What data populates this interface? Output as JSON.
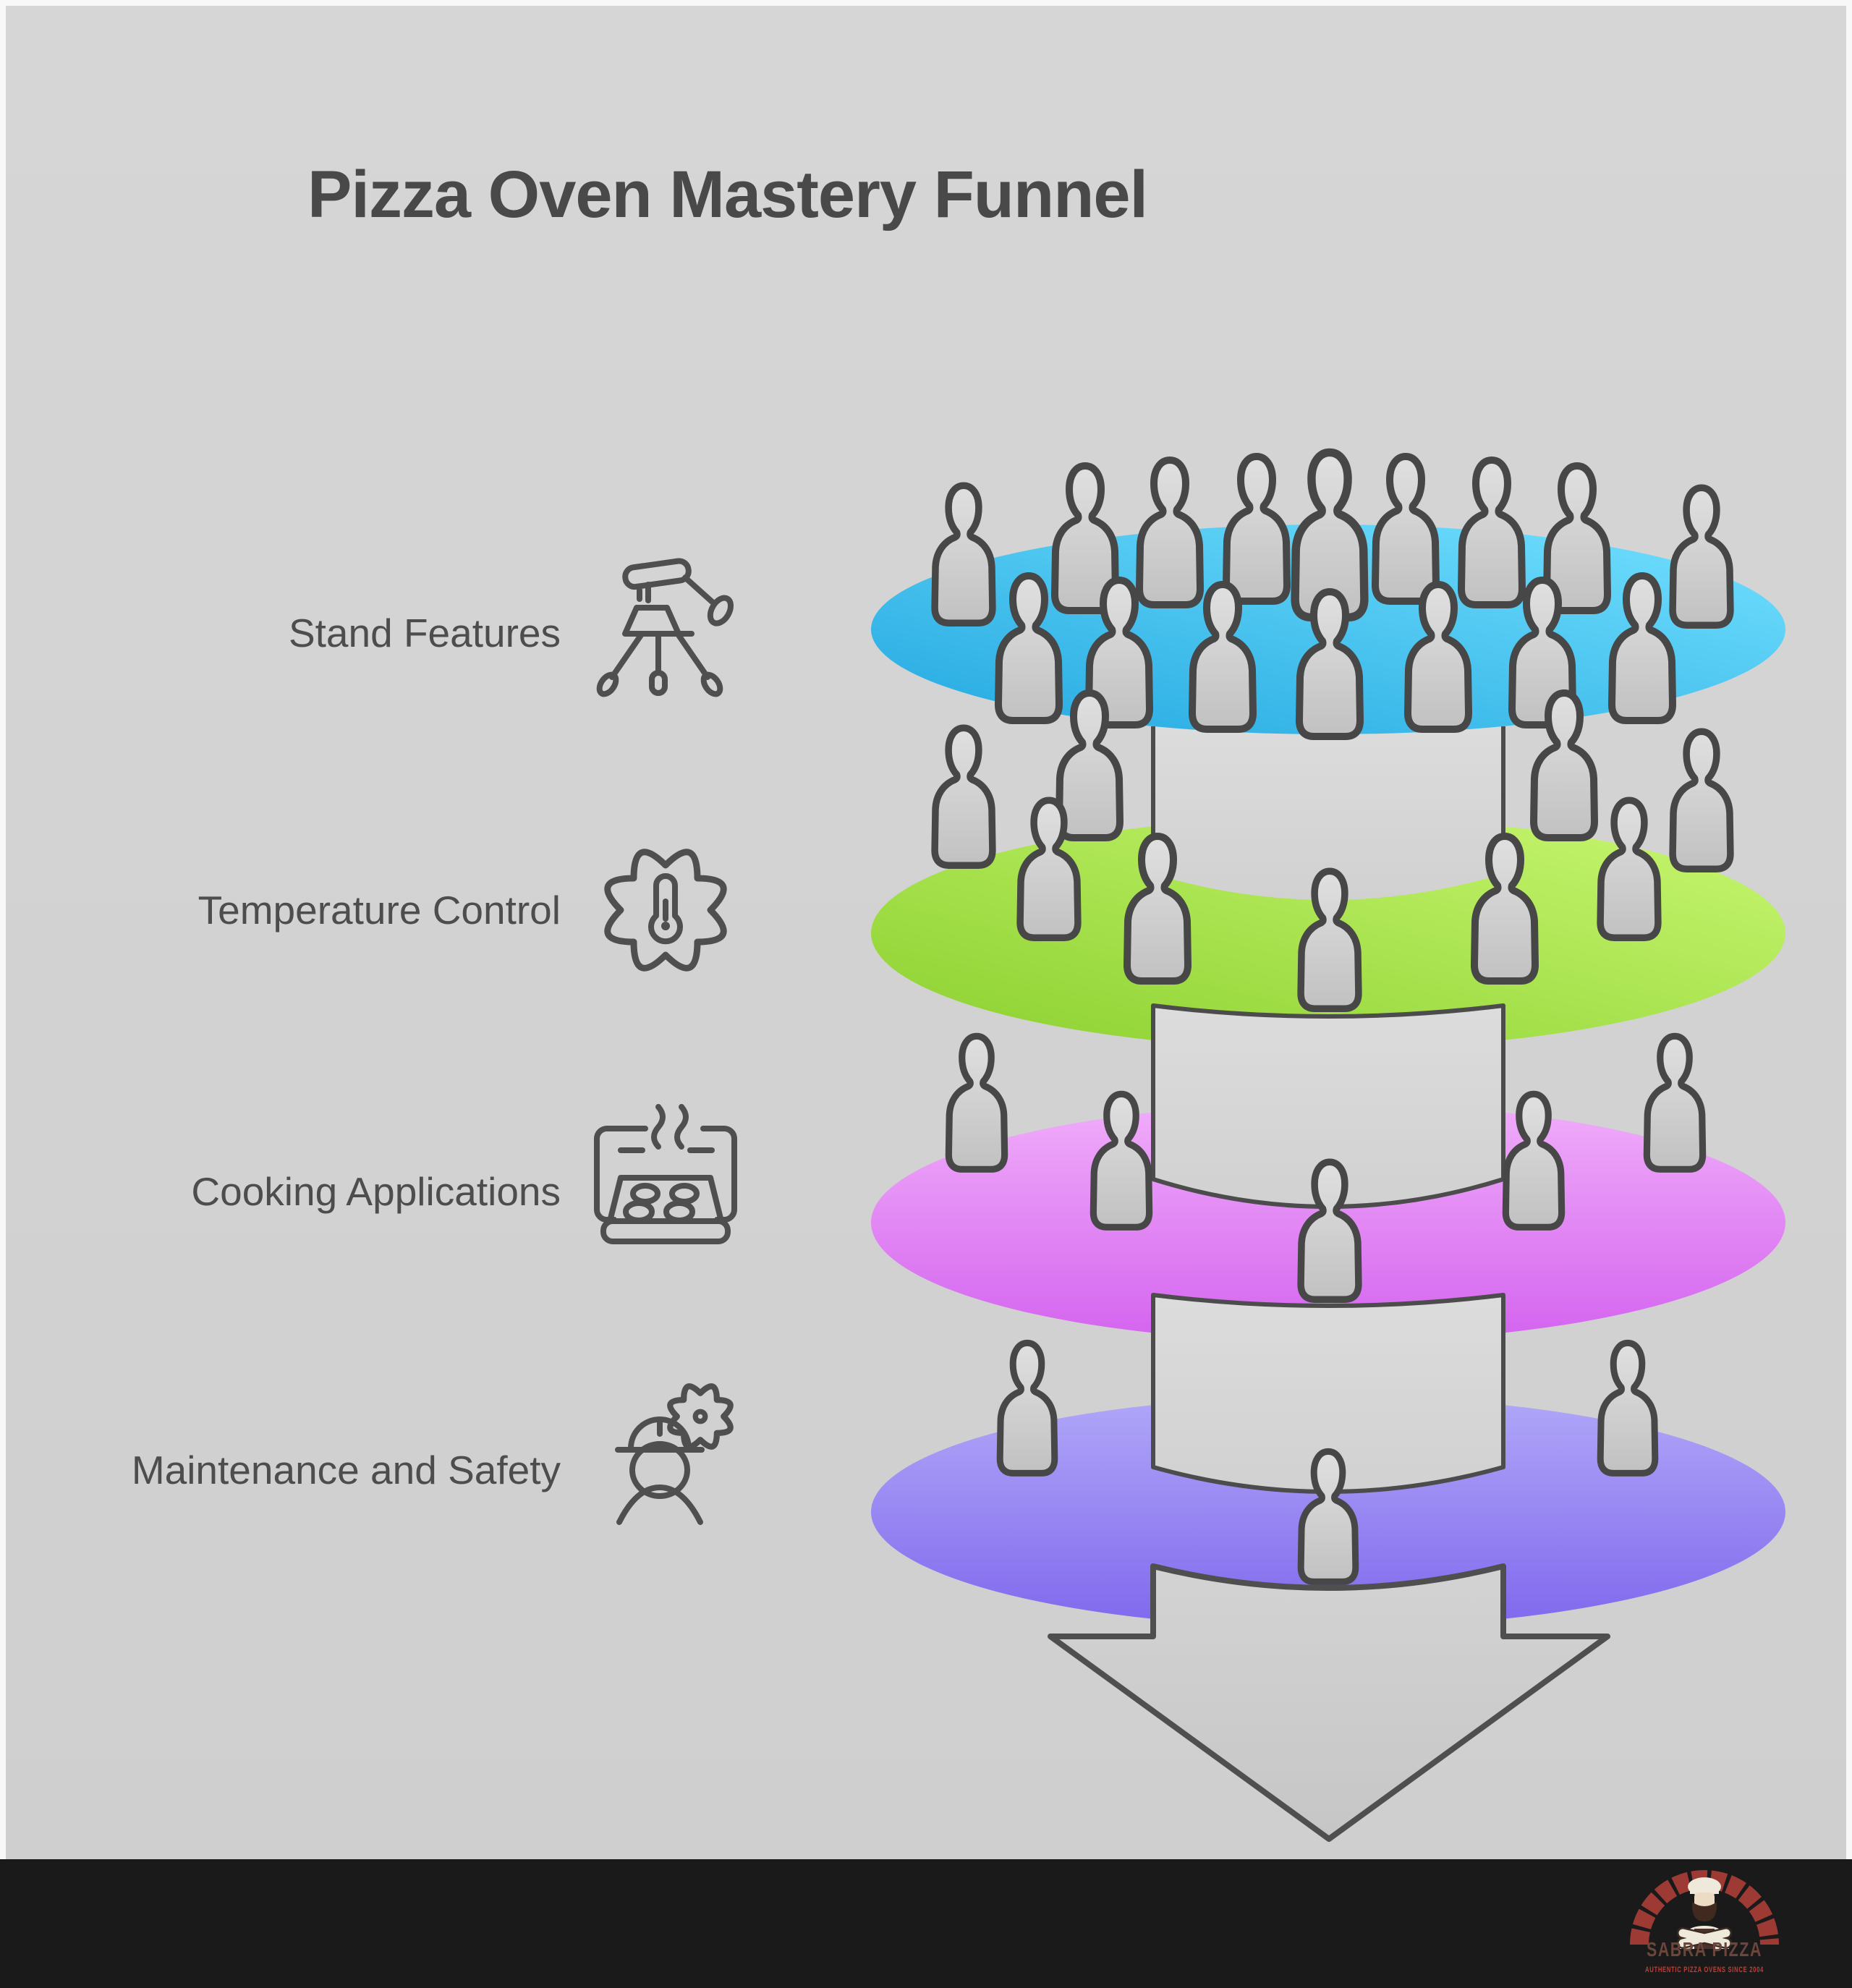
{
  "title": "Pizza Oven Mastery Funnel",
  "page": {
    "background": "#d3d3d3",
    "frame": "#f8f8f8",
    "footer_bg": "#1a1a1a",
    "text_color": "#494949",
    "outline_color": "#4a4a4a"
  },
  "funnel": {
    "levels": [
      {
        "label": "Stand Features",
        "icon": "tripod-icon",
        "people": 16,
        "color_a": "#23a8e0",
        "color_b": "#74e1ff"
      },
      {
        "label": "Temperature Control",
        "icon": "gear-thermometer-icon",
        "people": 9,
        "color_a": "#8bd02f",
        "color_b": "#c9f772"
      },
      {
        "label": "Cooking Applications",
        "icon": "oven-tray-icon",
        "people": 5,
        "color_a": "#d463ef",
        "color_b": "#f0adfa"
      },
      {
        "label": "Maintenance and Safety",
        "icon": "worker-gear-icon",
        "people": 3,
        "color_a": "#8068ed",
        "color_b": "#b0a7f8"
      }
    ],
    "direction": "down-arrow"
  },
  "footer": {
    "brand": "SABRA PIZZA",
    "tagline": "AUTHENTIC PIZZA OVENS SINCE 2004"
  }
}
